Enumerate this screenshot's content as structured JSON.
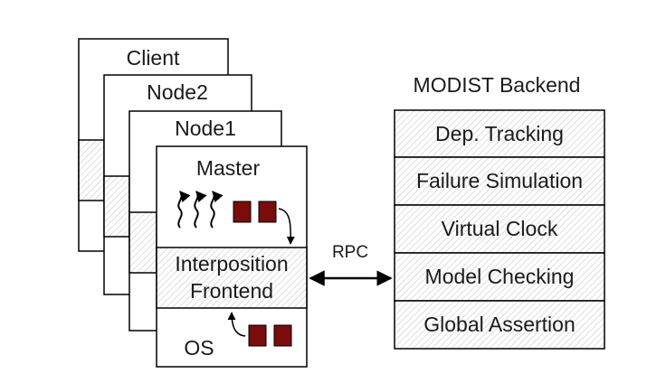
{
  "stack": {
    "client": "Client",
    "node2": "Node2",
    "node1": "Node1",
    "master": "Master",
    "interposition_line1": "Interposition",
    "interposition_line2": "Frontend",
    "os": "OS"
  },
  "connection": {
    "label": "RPC"
  },
  "backend": {
    "title": "MODIST Backend",
    "modules": [
      "Dep. Tracking",
      "Failure Simulation",
      "Virtual Clock",
      "Model Checking",
      "Global Assertion"
    ]
  },
  "colors": {
    "stroke": "#000000",
    "hatch": "#c8c8c8",
    "block_fill": "#7a0c0c"
  }
}
